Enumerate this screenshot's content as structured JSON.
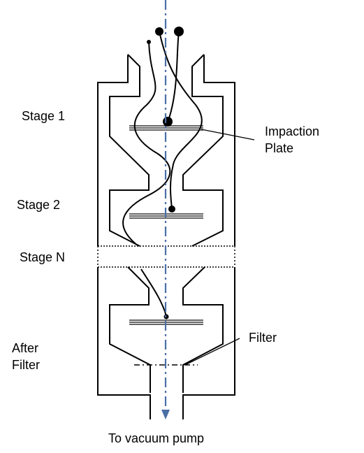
{
  "labels": {
    "stage1": "Stage 1",
    "stage2": "Stage 2",
    "stageN": "Stage N",
    "after_filter_line1": "After",
    "after_filter_line2": "Filter",
    "impaction_line1": "Impaction",
    "impaction_line2": "Plate",
    "filter": "Filter",
    "vacuum": "To vacuum pump"
  },
  "colors": {
    "axis": "#4a6fa5",
    "lines": "#000000",
    "plates": "#333333"
  }
}
